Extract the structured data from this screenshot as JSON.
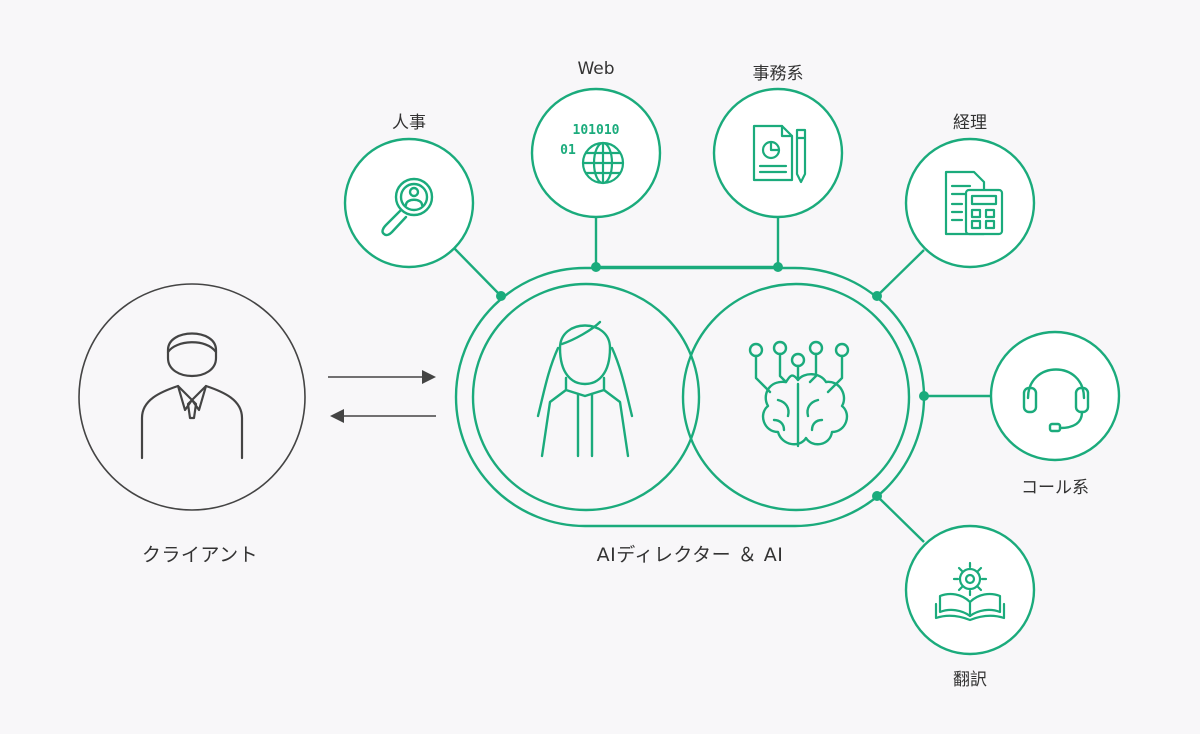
{
  "colors": {
    "accent": "#1bab7c",
    "outline": "#444444",
    "text": "#333333",
    "background": "#f8f7f9"
  },
  "client": {
    "label": "クライアント",
    "icon": "businessman-icon"
  },
  "center": {
    "label": "AIディレクター ＆ AI",
    "icons": [
      "director-woman-icon",
      "ai-brain-circuit-icon"
    ]
  },
  "flow": {
    "icons": [
      "arrow-right-icon",
      "arrow-left-icon"
    ]
  },
  "departments": [
    {
      "id": "hr",
      "label": "人事",
      "icon": "search-person-icon"
    },
    {
      "id": "web",
      "label": "Web",
      "icon": "binary-globe-icon"
    },
    {
      "id": "office",
      "label": "事務系",
      "icon": "document-pen-icon"
    },
    {
      "id": "accounting",
      "label": "経理",
      "icon": "calculator-document-icon"
    },
    {
      "id": "call",
      "label": "コール系",
      "icon": "headset-icon"
    },
    {
      "id": "translation",
      "label": "翻訳",
      "icon": "book-gear-icon"
    }
  ]
}
